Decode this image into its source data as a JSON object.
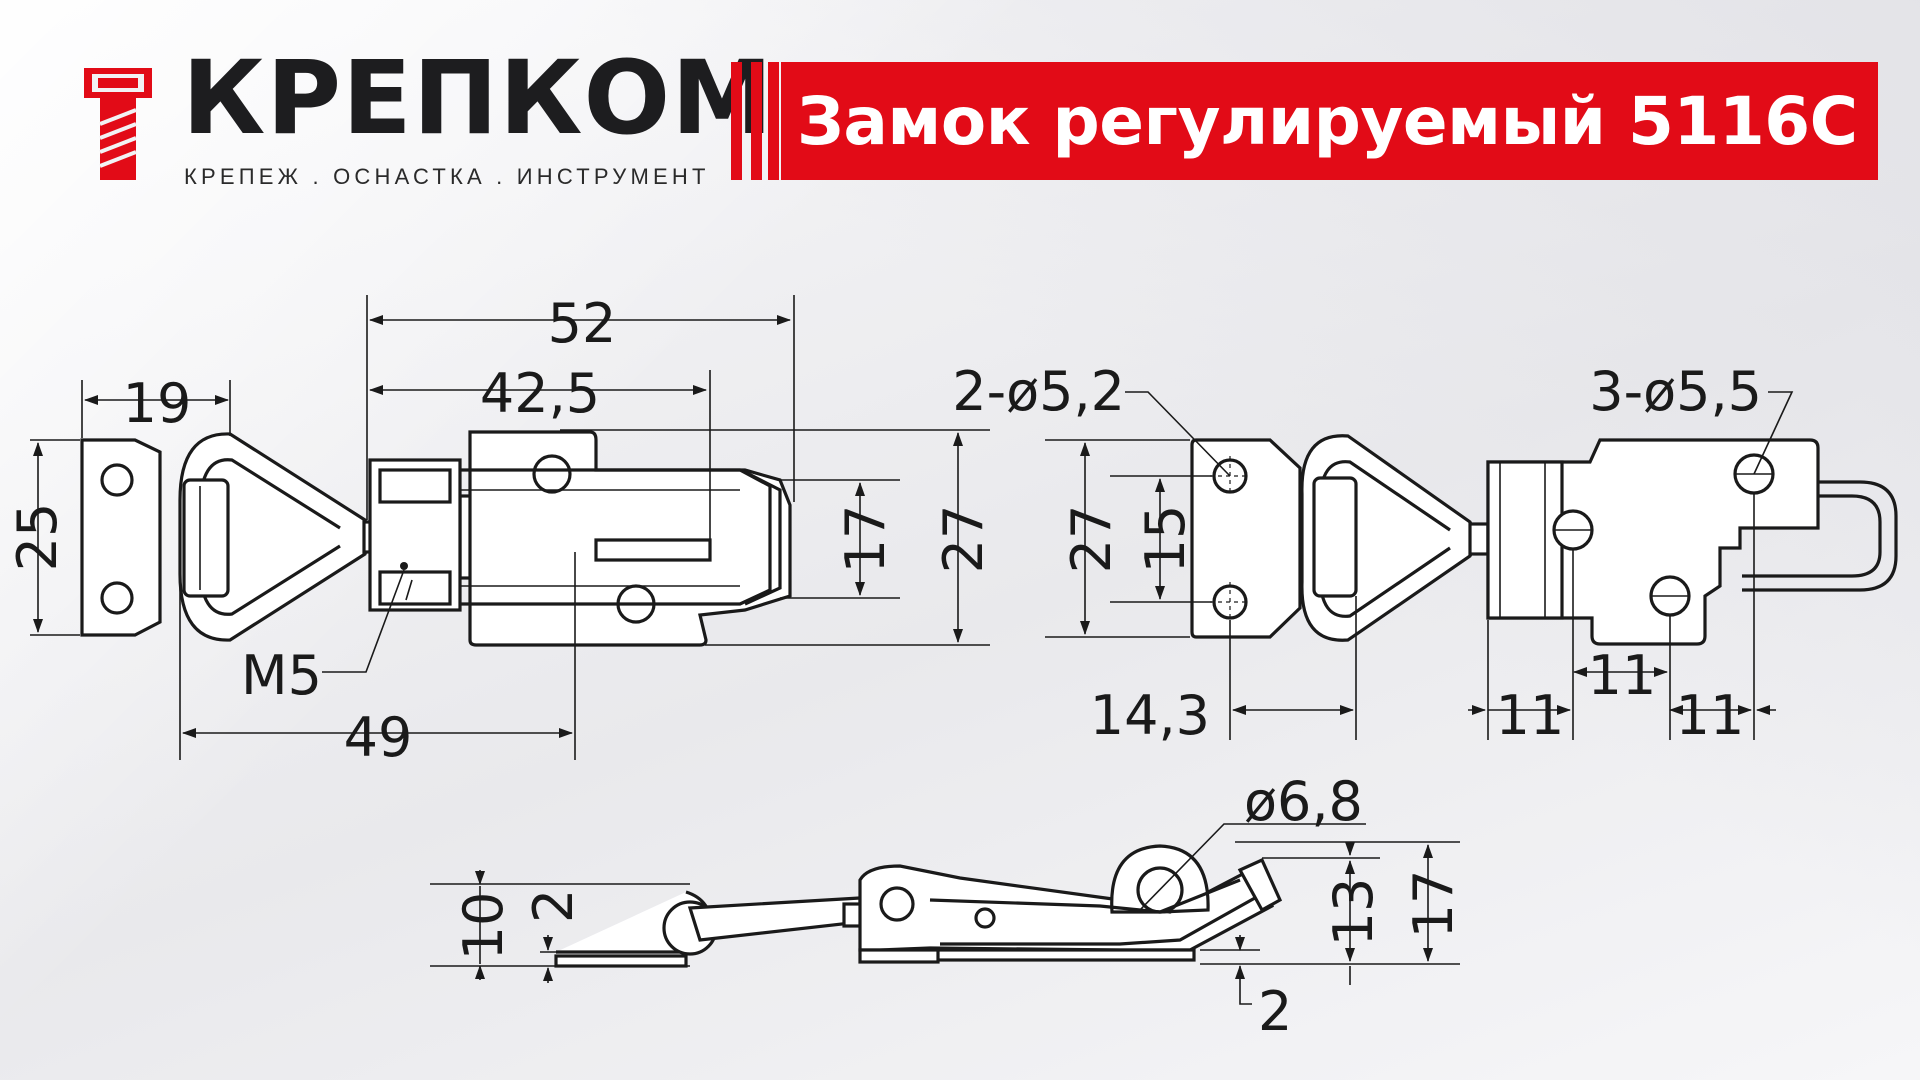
{
  "brand": {
    "name": "КРЕПКОМ",
    "tagline": "КРЕПЕЖ . ОСНАСТКА . ИНСТРУМЕНТ"
  },
  "title": "Замок регулируемый 5116С",
  "colors": {
    "accent": "#e20b17",
    "ink": "#1a1a1a",
    "background": "#f2f2f4"
  },
  "icons": {
    "logo": "bolt-logo-icon"
  },
  "dimensions": {
    "top_view": {
      "overall_length": "52",
      "body_length": "42,5",
      "hook_plate_width": "19",
      "hook_plate_height": "25",
      "hole_spacing": "17",
      "body_height": "27",
      "thread": "M5",
      "hook_to_body": "49"
    },
    "bottom_view": {
      "hook_holes": "2-ø5,2",
      "hook_plate_height": "27",
      "hook_hole_spacing": "15",
      "hook_loop_offset": "14,3",
      "body_holes": "3-ø5,5",
      "spacing_1": "11",
      "spacing_2": "11",
      "spacing_3": "11"
    },
    "side_view": {
      "pivot_diameter": "ø6,8",
      "hook_height": "10",
      "hook_plate_thickness": "2",
      "body_plate_thickness": "2",
      "lever_height_inner": "13",
      "lever_height_total": "17"
    }
  }
}
